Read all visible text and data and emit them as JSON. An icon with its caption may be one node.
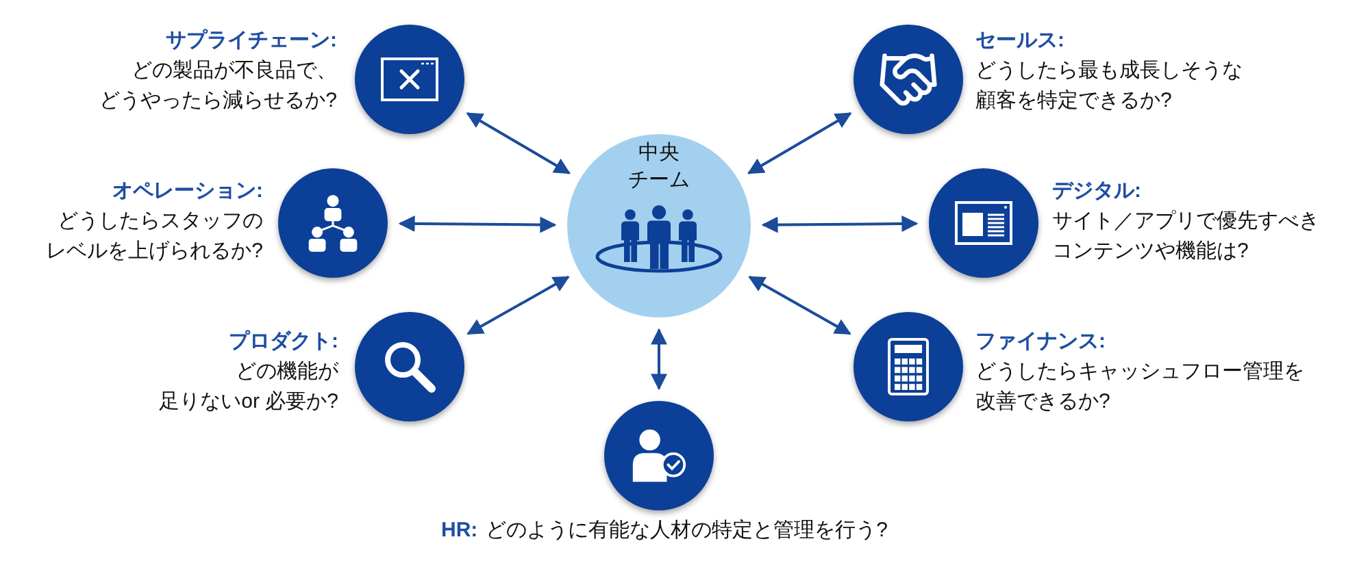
{
  "diagram": {
    "nodes": [
      {
        "text": [
          "サプライチェーン:",
          "どの製品が不良品で、どうやったら減らせるか?"
        ]
      },
      {
        "text": [
          "セールス:",
          "どうしたら最も成長しそうな顧客を特定できるか?"
        ]
      },
      {
        "text": [
          "オペレーション:",
          "どうしたらスタッフのレベルを上げられるか?"
        ]
      },
      {
        "text": [
          "中央チーム"
        ]
      },
      {
        "text": [
          "デジタル:",
          "サイト／アプリで優先すべきコンテンツや機能は?"
        ]
      },
      {
        "text": [
          "プロダクト:",
          "どの機能が足りないor 必要か?"
        ]
      },
      {
        "text": [
          "ファイナンス:",
          "どうしたらキャッシュフロー管理を改善できるか?"
        ]
      },
      {
        "text": [
          "HR:",
          "どのように有能な人材の特定と管理を行う?"
        ]
      }
    ],
    "edges": [
      {
        "from": 3,
        "to": 0,
        "arrow": "both"
      },
      {
        "from": 3,
        "to": 1,
        "arrow": "both"
      },
      {
        "from": 3,
        "to": 2,
        "arrow": "both"
      },
      {
        "from": 3,
        "to": 4,
        "arrow": "both"
      },
      {
        "from": 3,
        "to": 5,
        "arrow": "both"
      },
      {
        "from": 3,
        "to": 6,
        "arrow": "both"
      },
      {
        "from": 3,
        "to": 7,
        "arrow": "both"
      }
    ]
  }
}
